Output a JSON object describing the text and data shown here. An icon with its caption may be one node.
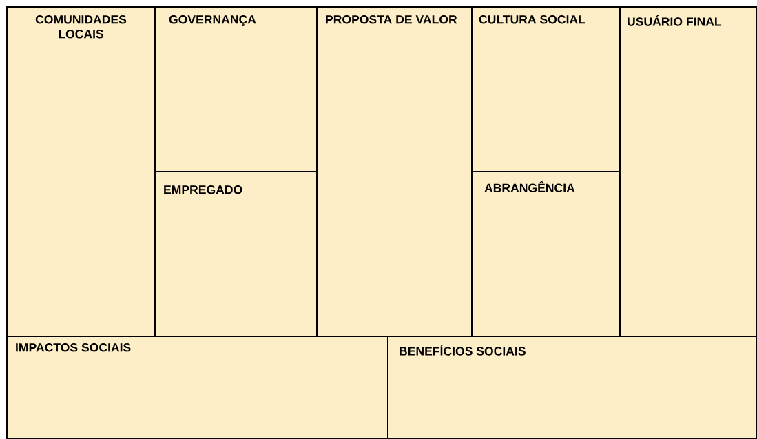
{
  "diagram": {
    "nodes": [
      {
        "text": [
          "COMUNIDADES LOCAIS"
        ]
      },
      {
        "text": [
          "GOVERNANÇA"
        ]
      },
      {
        "text": [
          "EMPREGADO"
        ]
      },
      {
        "text": [
          "PROPOSTA DE VALOR"
        ]
      },
      {
        "text": [
          "CULTURA SOCIAL"
        ]
      },
      {
        "text": [
          "ABRANGÊNCIA"
        ]
      },
      {
        "text": [
          "USUÁRIO FINAL"
        ]
      },
      {
        "text": [
          "IMPACTOS SOCIAIS"
        ]
      },
      {
        "text": [
          "BENEFÍCIOS SOCIAIS"
        ]
      }
    ]
  }
}
